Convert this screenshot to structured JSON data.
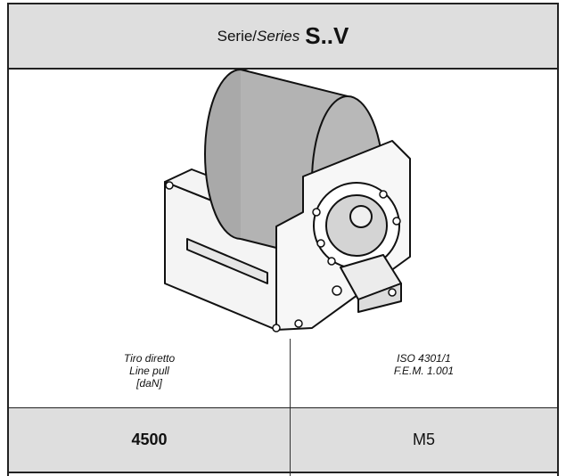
{
  "header": {
    "prefix": "Serie/",
    "prefix_italic": "Series",
    "code": "S..V"
  },
  "image": {
    "icon": "winch-drum-illustration"
  },
  "specs": {
    "left_label_lines": [
      "Tiro diretto",
      "Line pull",
      "[daN]"
    ],
    "right_label_lines": [
      "ISO 4301/1",
      "F.E.M. 1.001"
    ],
    "left_value": "4500",
    "right_value": "M5"
  },
  "colors": {
    "header_bg": "#dedede",
    "border": "#222222"
  }
}
